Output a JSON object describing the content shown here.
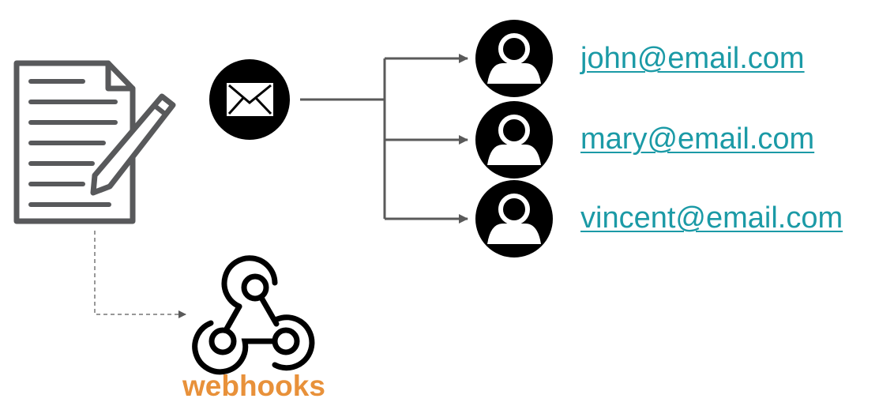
{
  "colors": {
    "link": "#1b9aa6",
    "webhooks": "#e8913a",
    "line": "#5a5a5a",
    "icon": "#000000",
    "doc": "#58595b"
  },
  "recipients": [
    {
      "email": "john@email.com",
      "icon": "user-icon"
    },
    {
      "email": "mary@email.com",
      "icon": "user-icon"
    },
    {
      "email": "vincent@email.com",
      "icon": "user-icon"
    }
  ],
  "webhooks": {
    "label": "webhooks",
    "icon": "webhook-icon"
  },
  "document": {
    "icon": "document-edit-icon"
  },
  "mail": {
    "icon": "envelope-icon"
  }
}
